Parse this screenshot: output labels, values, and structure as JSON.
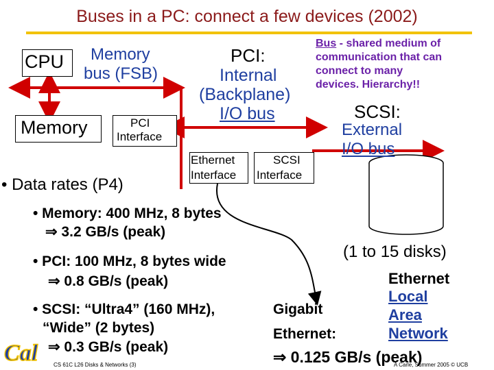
{
  "slide": {
    "title": "Buses in a PC: connect a few devices (2002)",
    "cpu": "CPU",
    "memory_bus": [
      "Memory",
      "bus (FSB)"
    ],
    "memory": "Memory",
    "pci_interface": [
      "PCI",
      "Interface"
    ],
    "pci_bus": [
      "PCI:",
      "Internal",
      "(Backplane)",
      "I/O bus"
    ],
    "bus_def": {
      "word": "Bus",
      "rest": " - shared medium of",
      "lines": [
        "communication that can",
        "connect to many",
        "devices. Hierarchy!!"
      ]
    },
    "scsi_bus": [
      "SCSI:",
      "External",
      "I/O bus"
    ],
    "ethernet_interface": [
      "Ethernet",
      "Interface"
    ],
    "scsi_interface": [
      "SCSI",
      "Interface"
    ],
    "disks_label": "(1 to 15 disks)",
    "ethernet_lan": [
      "Ethernet",
      "Local",
      "Area",
      "Network"
    ],
    "data_rates_heading": "• Data rates (P4)",
    "bullets": [
      {
        "line1": "• Memory: 400 MHz, 8 bytes",
        "line2": "⇒  3.2 GB/s (peak)"
      },
      {
        "line1": "• PCI: 100 MHz, 8 bytes wide",
        "line2": "⇒  0.8 GB/s (peak)"
      },
      {
        "line1": "• SCSI: “Ultra4” (160 MHz),",
        "line2": "“Wide” (2 bytes)",
        "line3": "⇒  0.3 GB/s (peak)"
      }
    ],
    "gigabit": [
      "Gigabit",
      "Ethernet:"
    ],
    "gigabit_rate": "⇒  0.125 GB/s (peak)",
    "footer_left": "CS 61C L26 Disks & Networks (3)",
    "footer_right": "A Carle, Summer 2005 © UCB",
    "logo_text": "Cal",
    "colors": {
      "title": "#8b1a1a",
      "bus_def": "#6b21a8",
      "link": "#1f3fa0",
      "arrow": "#d00000",
      "rule": "#f2c200"
    }
  }
}
